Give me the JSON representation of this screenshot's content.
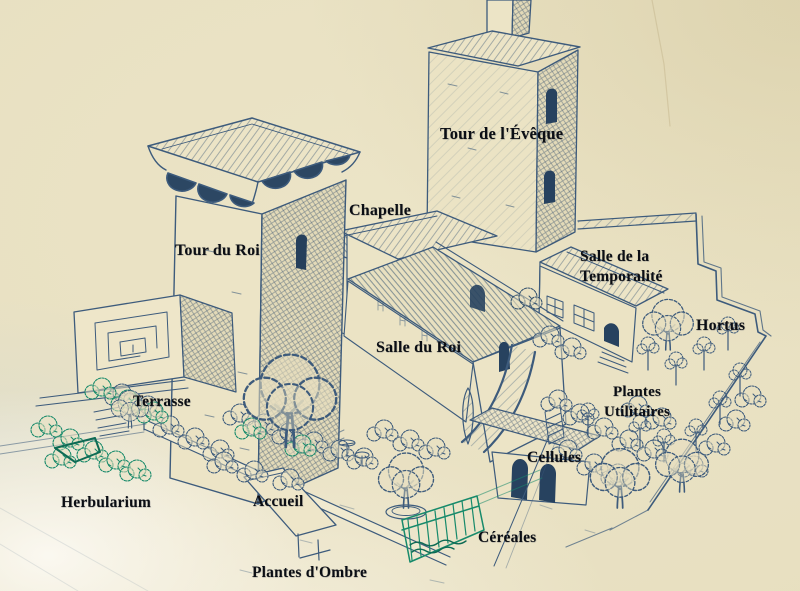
{
  "illustration": {
    "kind": "hand-drawn perspective sketch of a medieval palace and gardens, blue ink on beige paper",
    "labels": {
      "tour_du_roi": "Tour du Roi",
      "tour_de_l_eveque": "Tour de l'Évêque",
      "chapelle": "Chapelle",
      "salle_du_roi": "Salle du Roi",
      "salle_de_la_temporalite": "Salle de la\nTemporalité",
      "hortus": "Hortus",
      "terrasse": "Terrasse",
      "plantes_utilitaires": "Plantes\nUtilitaires",
      "cellules": "Cellules",
      "herbularium": "Herbularium",
      "accueil": "Accueil",
      "cereales": "Céréales",
      "plantes_d_ombre": "Plantes d'Ombre"
    },
    "colors": {
      "paper": "#e7dfc0",
      "ink": "#3d5b7c",
      "ink_dark": "#27425f",
      "teal_plants": "#178a6b",
      "label_text": "#0b0e14"
    }
  }
}
